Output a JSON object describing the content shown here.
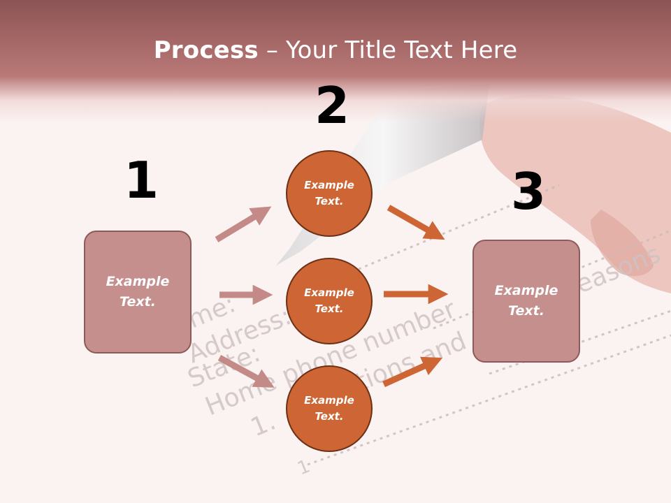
{
  "title": {
    "bold": "Process",
    "rest": " – Your Title Text Here"
  },
  "steps": [
    {
      "number": "1",
      "text": "Example\nText."
    },
    {
      "number": "2",
      "items": [
        "Example\nText.",
        "Example\nText.",
        "Example\nText."
      ]
    },
    {
      "number": "3",
      "text": "Example\nText."
    }
  ],
  "background_text": [
    "me:",
    "Address:",
    "State:",
    "Home phone number",
    "1.",
    "tions and",
    "easons",
    "1"
  ],
  "colors": {
    "box_fill": "#c48f8d",
    "circle_fill": "#cd6634",
    "arrow_left": "#c48a88",
    "arrow_right": "#cd6634",
    "title_band": "#a86a69"
  }
}
